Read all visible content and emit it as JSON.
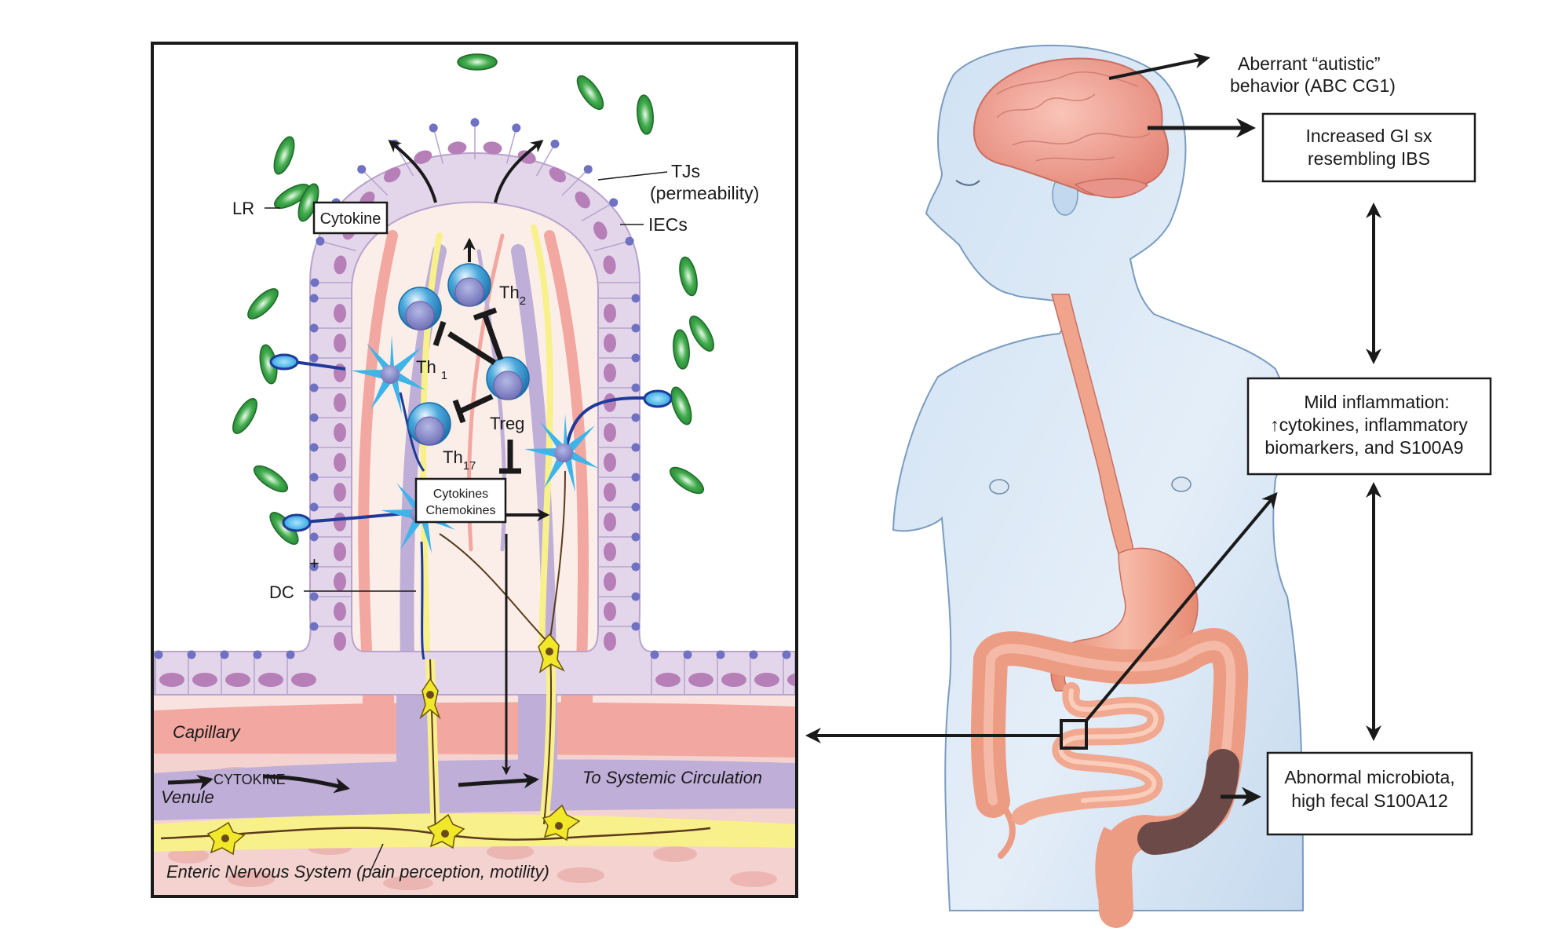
{
  "left_panel": {
    "title": "Intestinal villus mucosal immune detail",
    "labels": {
      "lr": "LR",
      "tjs": "TJs",
      "permeability": "(permeability)",
      "iecs": "IECs",
      "cytokine_box": "Cytokine",
      "th2": "Th",
      "th2_sub": "2",
      "th1": "Th",
      "th1_sub": "1",
      "treg": "Treg",
      "th17": "Th",
      "th17_sub": "17",
      "cytokines_chemokines_line1": "Cytokines",
      "cytokines_chemokines_line2": "Chemokines",
      "plus": "+",
      "dc": "DC",
      "capillary": "Capillary",
      "cytokine_flow": "CYTOKINE",
      "venule": "Venule",
      "to_systemic": "To Systemic Circulation",
      "ens": "Enteric Nervous System (pain perception, motility)"
    }
  },
  "right_panel": {
    "brain_label_line1": "Aberrant “autistic”",
    "brain_label_line2": "behavior (ABC CG1)",
    "boxes": [
      {
        "line1": "Increased GI sx",
        "line2": "resembling IBS"
      },
      {
        "line1": "Mild inflammation:",
        "line2": "↑cytokines, inflammatory",
        "line3": "biomarkers, and S100A9"
      },
      {
        "line1": "Abnormal microbiota,",
        "line2": "high fecal S100A12"
      }
    ]
  },
  "colors": {
    "epithelium": "#e4d6ea",
    "epithelium_stroke": "#b9a2cc",
    "nucleus": "#b77fb8",
    "tight_junction": "#6f72c2",
    "bacteria": "#3aa14a",
    "capillary": "#f2a7a0",
    "venule": "#bfaed8",
    "nerve": "#f5ee7a",
    "lamina": "#fbeae6",
    "tcell": "#4aa8dc",
    "dendritic": "#3fb4e8",
    "body": "#d6e6f5",
    "organ": "#f0a48c",
    "colon_dark": "#6b4a48",
    "brain": "#ef9c92"
  }
}
